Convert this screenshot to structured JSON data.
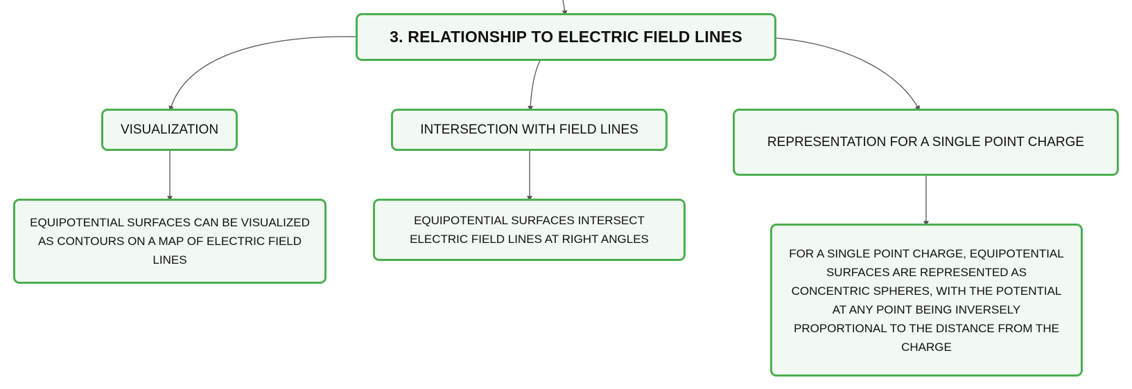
{
  "diagram": {
    "root": {
      "label": "3. RELATIONSHIP TO ELECTRIC FIELD LINES"
    },
    "topics": [
      {
        "label": "VISUALIZATION",
        "detail": "EQUIPOTENTIAL SURFACES CAN BE VISUALIZED AS CONTOURS ON A MAP OF ELECTRIC FIELD LINES"
      },
      {
        "label": "INTERSECTION WITH FIELD LINES",
        "detail": "EQUIPOTENTIAL SURFACES INTERSECT ELECTRIC FIELD LINES AT RIGHT ANGLES"
      },
      {
        "label": "REPRESENTATION FOR A SINGLE POINT CHARGE",
        "detail": "FOR A SINGLE POINT CHARGE, EQUIPOTENTIAL SURFACES ARE REPRESENTED AS CONCENTRIC SPHERES, WITH THE POTENTIAL AT ANY POINT BEING INVERSELY PROPORTIONAL TO THE DISTANCE FROM THE CHARGE"
      }
    ],
    "colors": {
      "node_border": "#4caf50",
      "node_fill": "#f1f9f2",
      "connector": "#555555",
      "text": "#111111"
    }
  }
}
